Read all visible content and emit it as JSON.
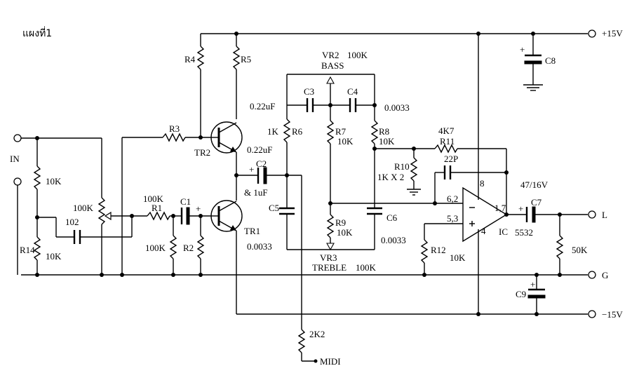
{
  "title": "แผงที่1",
  "labels": {
    "in": "IN",
    "plus15": "+15V",
    "minus15": "−15V",
    "out_l": "L",
    "out_g": "G",
    "midi": "MIDI",
    "r4": "R4",
    "r5": "R5",
    "r3": "R3",
    "tr2": "TR2",
    "tr1": "TR1",
    "vr2": "VR2",
    "bass": "BASS",
    "vr2_val": "100K",
    "c3": "C3",
    "c4": "C4",
    "c3_val": "0.22uF",
    "c4_val": "0.0033",
    "r6_val": "1K",
    "r6": "R6",
    "r7": "R7",
    "r7_val": "10K",
    "r8": "R8",
    "r8_val": "10K",
    "c2_top": "0.22uF",
    "c2": "C2",
    "c2_val": "& 1uF",
    "c5": "C5",
    "c5_val": "0.0033",
    "r9": "R9",
    "r9_val": "10K",
    "c6": "C6",
    "c6_val": "0.0033",
    "vr3": "VR3",
    "treble": "TREBLE",
    "vr3_val": "100K",
    "r11_val": "4K7",
    "r11": "R11",
    "c_22p": "22P",
    "r10": "R10",
    "r10_val": "1K X 2",
    "pin62": "6,2",
    "pin8": "8",
    "pin17": "1,7",
    "pin53": "5,3",
    "pin4": "4",
    "ic": "IC",
    "ic_val": "5532",
    "c7": "C7",
    "c7_val": "47/16V",
    "r12": "R12",
    "r12_val": "10K",
    "r_50k": "50K",
    "c8": "C8",
    "c9": "C9",
    "r2k2": "2K2",
    "r_in_top": "10K",
    "r14": "R14",
    "r14_val": "10K",
    "pot_val": "100K",
    "c_102": "102",
    "r1": "R1",
    "r1_val": "100K",
    "c1": "C1",
    "r_100k": "100K",
    "r2": "R2"
  }
}
